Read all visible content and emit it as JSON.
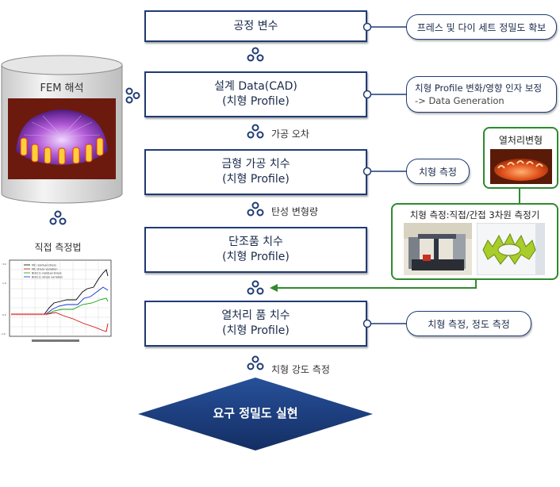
{
  "process": {
    "step1": "공정 변수",
    "step2_line1": "설계 Data(CAD)",
    "step2_line2": "(치형 Profile)",
    "step3_line1": "금형 가공 치수",
    "step3_line2": "(치형 Profile)",
    "step4_line1": "단조품 치수",
    "step4_line2": "(치형 Profile)",
    "step5_line1": "열처리 품 치수",
    "step5_line2": "(치형 Profile)",
    "goal": "요구 정밀도 실현"
  },
  "connectors": {
    "c1": "가공 오차",
    "c2": "탄성 변형량",
    "c3": "치형 강도 측정"
  },
  "notes": {
    "note1": "프레스 및 다이 세트 정밀도 확보",
    "note2_line1": "치형 Profile 변화/영향 인자 보정",
    "note2_line2": "-> Data Generation",
    "note3": "치형 측정",
    "note5": "치형 측정, 정도 측정"
  },
  "left": {
    "fem_title": "FEM 해석",
    "chart_title": "직접 측정법",
    "legend": [
      "MC residual stress",
      "MC stress variation",
      "BHC(1) residual stress",
      "BHC(1) stress variation"
    ]
  },
  "green_panels": {
    "heat_title": "열처리변형",
    "measure_title": "치형 측정:직접/간접 3차원 측정기"
  },
  "colors": {
    "navy": "#1f3b75",
    "goal_fill": "#1b3d7a",
    "green": "#2e8b2e"
  }
}
